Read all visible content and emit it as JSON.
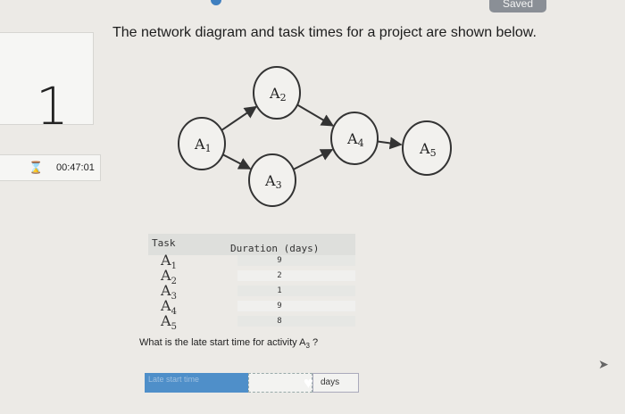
{
  "header": {
    "saved_label": "Saved"
  },
  "sidebar": {
    "question_number": "1",
    "timer": "00:47:01",
    "timer_icon": "hourglass-icon"
  },
  "question": {
    "title": "The network diagram and task times for a project are shown below.",
    "prompt_text": "What is the late start time for activity ",
    "prompt_activity": "A",
    "prompt_activity_sub": "3",
    "prompt_end": " ?"
  },
  "diagram": {
    "nodes": [
      {
        "id": "A1",
        "label": "A",
        "sub": "1"
      },
      {
        "id": "A2",
        "label": "A",
        "sub": "2"
      },
      {
        "id": "A3",
        "label": "A",
        "sub": "3"
      },
      {
        "id": "A4",
        "label": "A",
        "sub": "4"
      },
      {
        "id": "A5",
        "label": "A",
        "sub": "5"
      }
    ],
    "edges": [
      {
        "from": "A1",
        "to": "A2"
      },
      {
        "from": "A1",
        "to": "A3"
      },
      {
        "from": "A2",
        "to": "A4"
      },
      {
        "from": "A3",
        "to": "A4"
      },
      {
        "from": "A4",
        "to": "A5"
      }
    ]
  },
  "table": {
    "headers": [
      "Task",
      "Duration (days)"
    ],
    "rows": [
      {
        "task": "A",
        "sub": "1",
        "duration": "9"
      },
      {
        "task": "A",
        "sub": "2",
        "duration": "2"
      },
      {
        "task": "A",
        "sub": "3",
        "duration": "1"
      },
      {
        "task": "A",
        "sub": "4",
        "duration": "9"
      },
      {
        "task": "A",
        "sub": "5",
        "duration": "8"
      }
    ]
  },
  "answer": {
    "label": "Late start time",
    "value": "",
    "unit": "days"
  }
}
